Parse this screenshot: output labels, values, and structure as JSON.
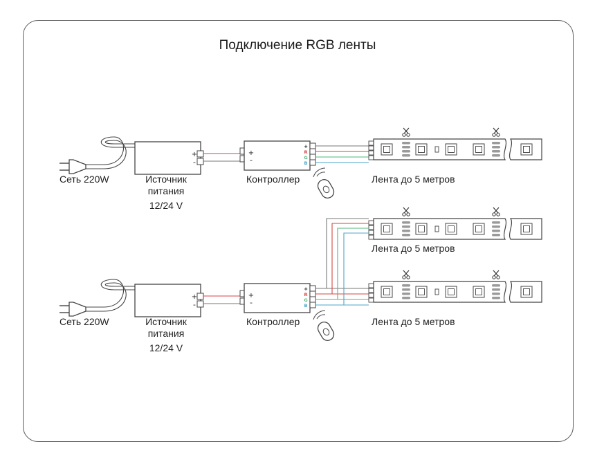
{
  "title": "Подключение RGB ленты",
  "labels": {
    "mains": "Сеть 220W",
    "psu_line1": "Источник",
    "psu_line2": "питания",
    "psu_line3": "12/24 V",
    "controller": "Контроллер",
    "strip": "Лента до 5 метров"
  },
  "terminals": {
    "plus": "+",
    "minus": "-",
    "r": "R",
    "g": "G",
    "b": "B"
  },
  "colors": {
    "wire_plus": "#777777",
    "wire_r": "#d94343",
    "wire_g": "#56b57a",
    "wire_b": "#4aa6c9",
    "outline": "#444444"
  }
}
